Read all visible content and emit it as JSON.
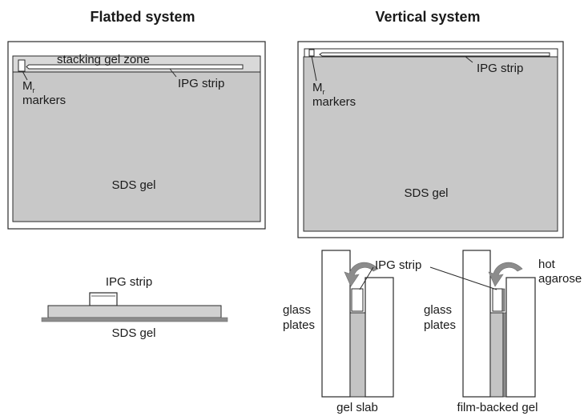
{
  "flatbed": {
    "title": "Flatbed system",
    "stacking_gel_zone": "stacking  gel zone",
    "ipg_strip": "IPG strip",
    "mr_main": "M",
    "mr_sub": "r",
    "markers": "markers",
    "sds_gel": "SDS gel",
    "side_ipg_strip": "IPG strip",
    "side_sds_gel": "SDS gel"
  },
  "vertical": {
    "title": "Vertical system",
    "ipg_strip": "IPG strip",
    "mr_main": "M",
    "mr_sub": "r",
    "markers": "markers",
    "sds_gel": "SDS gel",
    "cross_section": {
      "ipg_strip": "IPG strip",
      "hot": "hot",
      "agarose": "agarose",
      "left_glass": "glass",
      "left_plates": "plates",
      "right_glass": "glass",
      "right_plates": "plates",
      "gel_slab": "gel slab",
      "film_backed_gel": "film-backed gel"
    }
  },
  "colors": {
    "gel_fill": "#c8c8c8",
    "stacking_zone_fill": "#d9d9d9",
    "arrow_fill": "#8c8c8c",
    "outline": "#2a2a2a"
  }
}
